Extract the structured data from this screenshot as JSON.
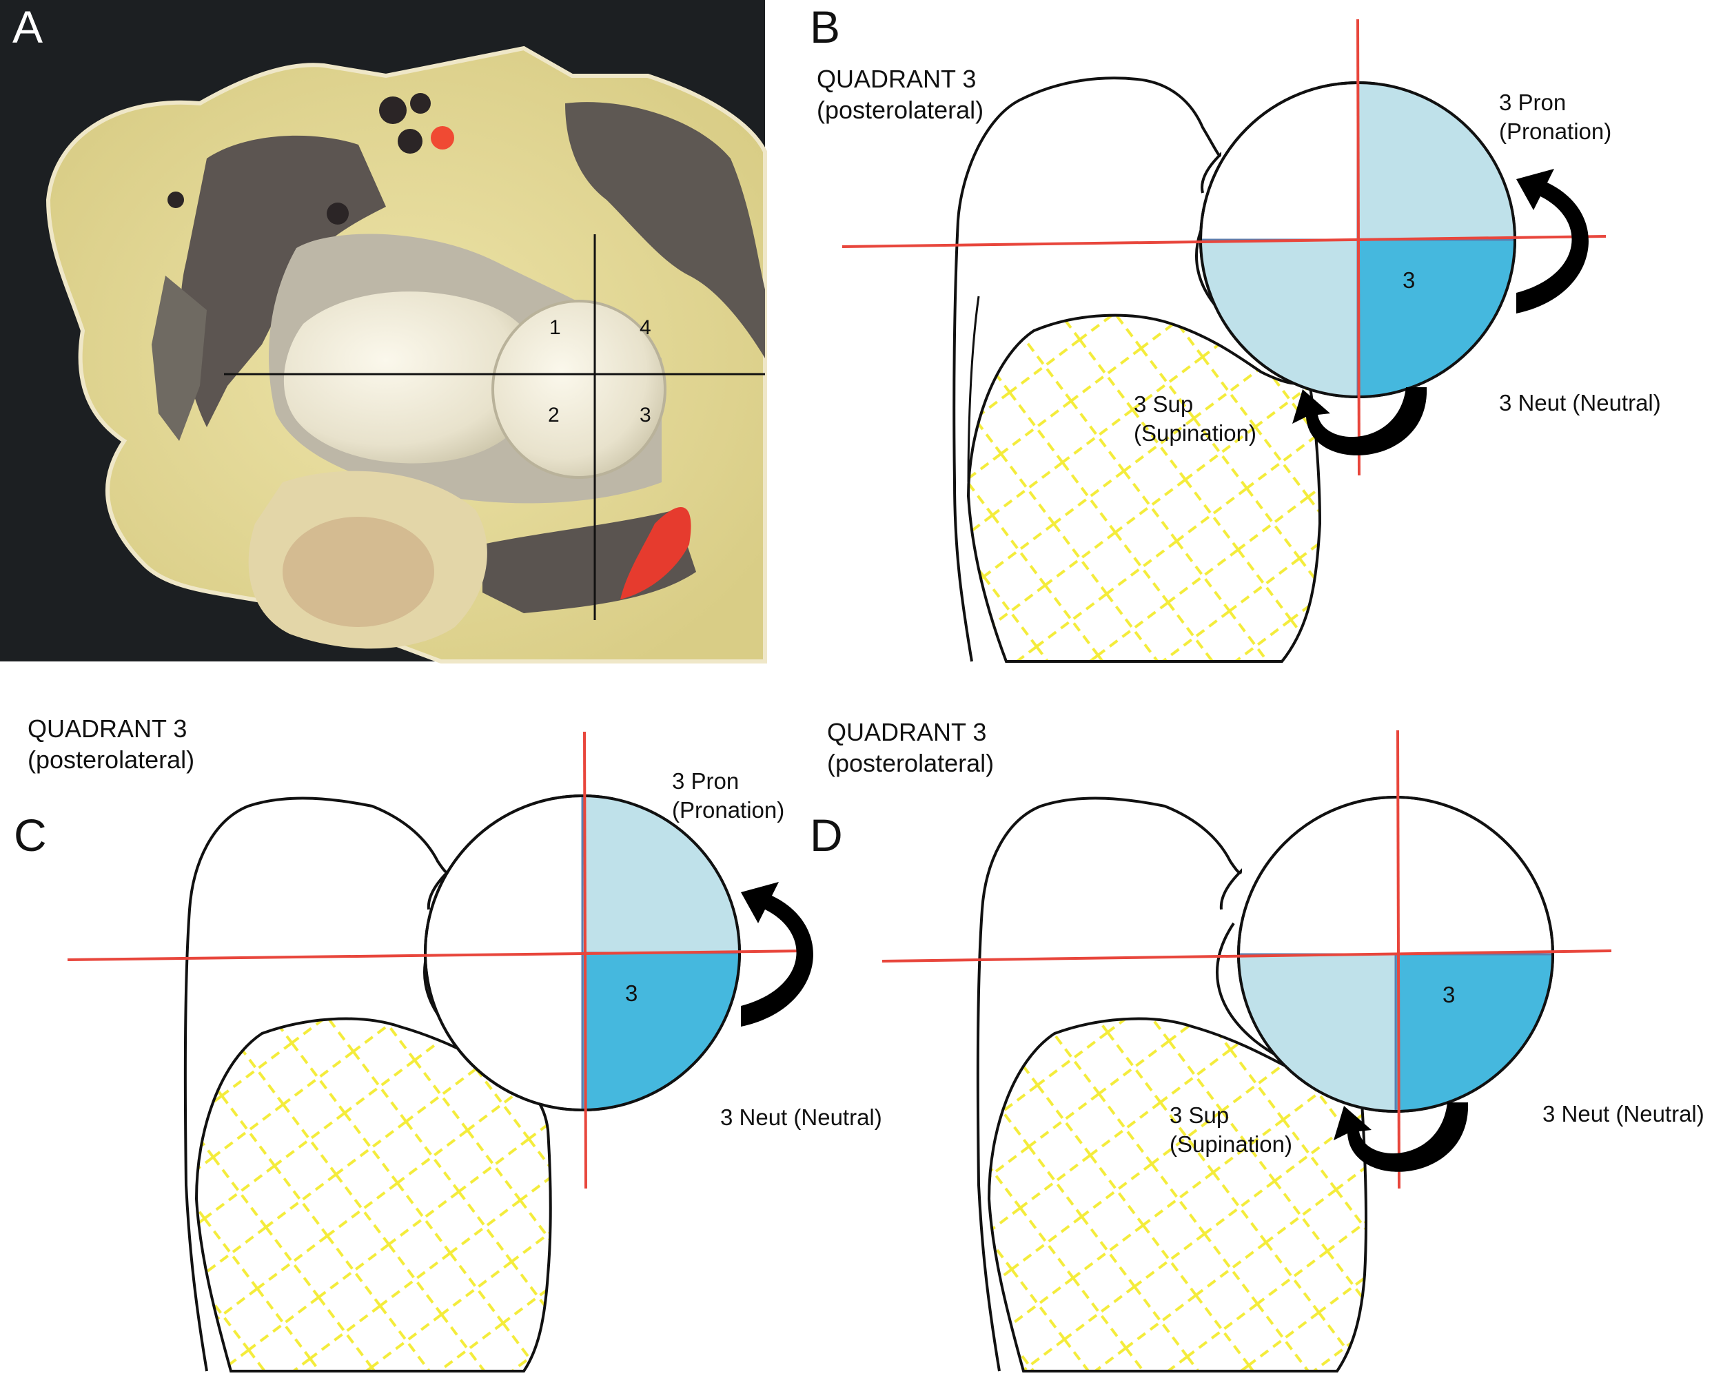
{
  "panels": {
    "a": {
      "label": "A",
      "quadrants": [
        "1",
        "4",
        "2",
        "3"
      ]
    },
    "b": {
      "label": "B",
      "title_line1": "QUADRANT 3",
      "title_line2": "(posterolateral)",
      "pron_line1": "3 Pron",
      "pron_line2": "(Pronation)",
      "neut": "3 Neut (Neutral)",
      "sup_line1": "3 Sup",
      "sup_line2": "(Supination)",
      "quadrant_number": "3"
    },
    "c": {
      "label": "C",
      "title_line1": "QUADRANT 3",
      "title_line2": "(posterolateral)",
      "pron_line1": "3 Pron",
      "pron_line2": "(Pronation)",
      "neut": "3 Neut (Neutral)",
      "quadrant_number": "3"
    },
    "d": {
      "label": "D",
      "title_line1": "QUADRANT 3",
      "title_line2": "(posterolateral)",
      "neut": "3 Neut (Neutral)",
      "sup_line1": "3 Sup",
      "sup_line2": "(Supination)",
      "quadrant_number": "3"
    }
  },
  "colors": {
    "axis_red": "#e8463c",
    "light_blue": "#bfe1ea",
    "dark_blue": "#45b8de",
    "hatch_yellow": "#f4ec3a",
    "photo_background": "#1c1f22"
  }
}
